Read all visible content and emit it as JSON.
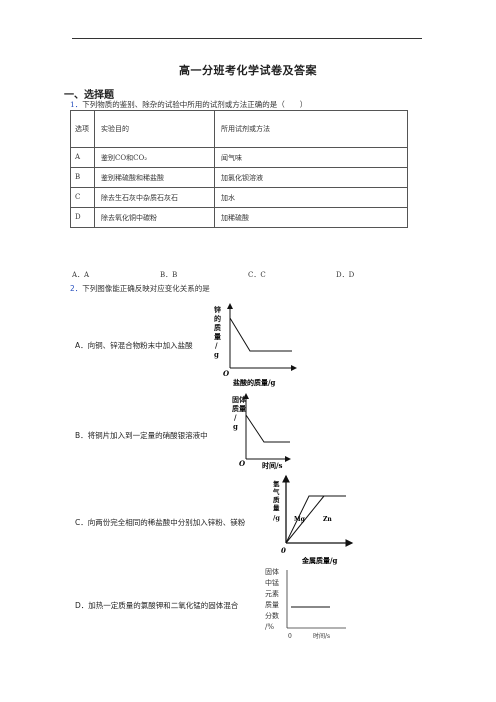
{
  "title": "高一分班考化学试卷及答案",
  "section": "一、选择题",
  "q1": {
    "num": "1．",
    "text": "下列物质的鉴别、除杂的试验中所用的试剂或方法正确的是（　　）",
    "headers": [
      "选项",
      "实验目的",
      "所用试剂或方法"
    ],
    "rows": [
      [
        "A",
        "鉴别CO和CO₂",
        "闻气味"
      ],
      [
        "B",
        "鉴别稀硫酸和稀盐酸",
        "加氯化钡溶液"
      ],
      [
        "C",
        "除去生石灰中杂质石灰石",
        "加水"
      ],
      [
        "D",
        "除去氧化铜中碳粉",
        "加稀硫酸"
      ]
    ],
    "answers": [
      "A．A",
      "B．B",
      "C．C",
      "D．D"
    ]
  },
  "q2": {
    "num": "2．",
    "text": "下列图像能正确反映对应变化关系的是",
    "options": [
      "A．向铜、锌混合物粉末中加入盐酸",
      "B．将铜片加入到一定量的硝酸银溶液中",
      "C．向两份完全相同的稀盐酸中分别加入锌粉、镁粉",
      "D．加热一定质量的氯酸钾和二氧化锰的固体混合"
    ],
    "graphA": {
      "ylabel": [
        "锌",
        "的",
        "质",
        "量",
        "/",
        "g"
      ],
      "origin": "O",
      "xlabel": "盐酸的质量/g"
    },
    "graphB": {
      "ylabel": [
        "固体",
        "质量",
        "/",
        "g"
      ],
      "origin": "O",
      "xlabel": "时间/s"
    },
    "graphC": {
      "ylabel": [
        "氢",
        "气",
        "质",
        "量",
        "/g"
      ],
      "origin": "0",
      "xlabel": "金属质量/g",
      "series": [
        "Mg",
        "Zn"
      ]
    },
    "graphD": {
      "ylabel": [
        "固体",
        "中锰",
        "元素",
        "质量",
        "分数",
        "/%"
      ],
      "origin": "0",
      "xlabel": "时间/s"
    }
  }
}
